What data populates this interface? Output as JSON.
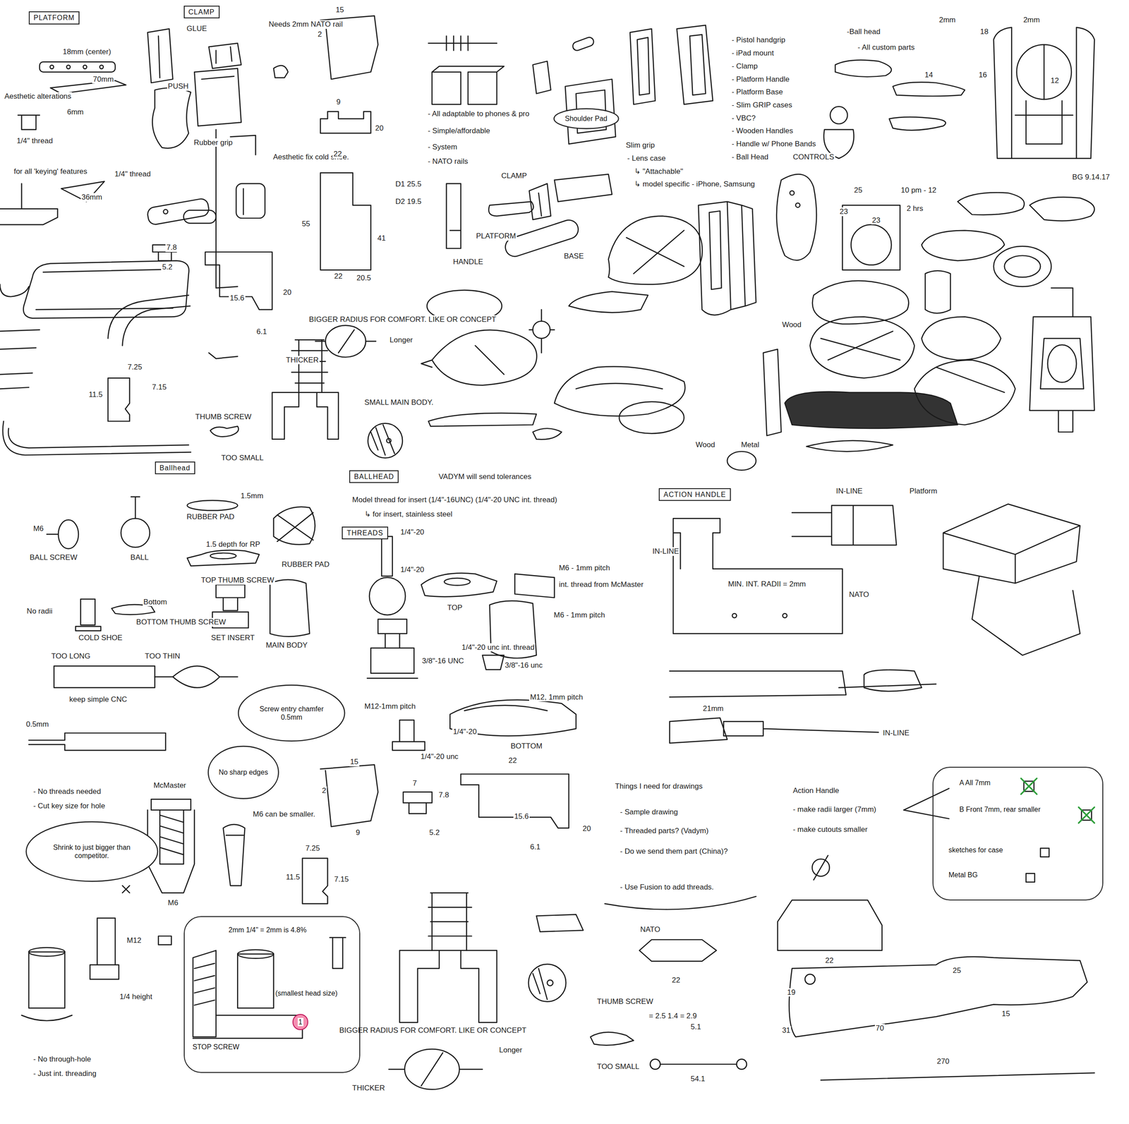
{
  "diagram": {
    "nodes": [
      {
        "text": [
          "PLATFORM"
        ]
      },
      {
        "text": [
          "CLAMP"
        ]
      },
      {
        "text": [
          "Shoulder Pad"
        ]
      },
      {
        "text": [
          "Ballhead"
        ]
      },
      {
        "text": [
          "BALLHEAD"
        ]
      },
      {
        "text": [
          "THREADS"
        ]
      },
      {
        "text": [
          "Screw entry chamfer 0.5mm"
        ]
      },
      {
        "text": [
          "No sharp edges"
        ]
      },
      {
        "text": [
          "Shrink to just bigger than competitor."
        ]
      },
      {
        "text": [
          "2mm 1/4\" = 2mm is 4.8%",
          "(smallest head size)",
          "STOP SCREW"
        ]
      },
      {
        "text": [
          "1"
        ],
        "in": 9
      },
      {
        "text": [
          "ACTION HANDLE"
        ]
      },
      {
        "text": [
          "A All 7mm",
          "B Front 7mm, rear smaller",
          "sketches for case",
          "Metal BG"
        ]
      }
    ],
    "labels": [
      "Needs 2mm NATO rail",
      "GLUE",
      "PUSH",
      "Rubber grip",
      "15",
      "2",
      "9",
      "18mm (center)",
      "70mm",
      "Aesthetic alterations",
      "6mm",
      "1/4\" thread",
      "for all 'keying' features",
      "1/4\" thread",
      "36mm",
      "Aesthetic fix cold shoe.",
      "22",
      "20",
      "55",
      "41",
      "22",
      "20.5",
      "7.8",
      "5.2",
      "20",
      "15.6",
      "6.1",
      "7.25",
      "11.5",
      "7.15",
      "THUMB SCREW",
      "TOO SMALL",
      "BIGGER RADIUS FOR COMFORT. LIKE OR CONCEPT",
      "THICKER",
      "Longer",
      "SMALL MAIN BODY.",
      "- All adaptable to phones & pro",
      "- Simple/affordable",
      "- System",
      "- NATO rails",
      "D1 25.5",
      "D2 19.5",
      "CLAMP",
      "PLATFORM",
      "HANDLE",
      "BASE",
      "- Pistol handgrip",
      "- iPad mount",
      "- Clamp",
      "- Platform Handle",
      "- Platform Base",
      "- Slim GRIP cases",
      "- VBC?",
      "- Wooden Handles",
      "- Handle w/ Phone Bands",
      "- Ball Head",
      "Slim grip",
      "- Lens case",
      "↳ \"Attachable\"",
      "↳ model specific - iPhone, Samsung",
      "Wood",
      "Metal",
      "Wood",
      "CONTROLS",
      "-Ball head",
      "- All custom parts",
      "2mm",
      "18",
      "2mm",
      "14",
      "16",
      "12",
      "BG 9.14.17",
      "25",
      "23",
      "23",
      "10 pm - 12",
      "2 hrs",
      "M6",
      "BALL SCREW",
      "BALL",
      "RUBBER PAD",
      "1.5mm",
      "1.5 depth for RP",
      "RUBBER PAD",
      "TOP THUMB SCREW",
      "No radii",
      "COLD SHOE",
      "Bottom",
      "BOTTOM THUMB SCREW",
      "SET INSERT",
      "MAIN BODY",
      "TOO LONG",
      "TOO THIN",
      "keep simple CNC",
      "0.5mm",
      "- No threads needed",
      "- Cut key size for hole",
      "McMaster",
      "M6",
      "M6 can be smaller.",
      "M12",
      "1/4 height",
      "- No through-hole",
      "- Just int. threading",
      "VADYM will send tolerances",
      "Model thread for insert (1/4\"-16UNC) (1/4\"-20 UNC int. thread)",
      "↳ for insert, stainless steel",
      "1/4\"-20",
      "1/4\"-20",
      "TOP",
      "M6 - 1mm pitch",
      "int. thread from McMaster",
      "M6 - 1mm pitch",
      "1/4\"-20 unc int. thread",
      "3/8\"-16 UNC",
      "3/8\"-16 unc",
      "M12, 1mm pitch",
      "1/4\"-20",
      "M12-1mm pitch",
      "1/4\"-20 unc",
      "BOTTOM",
      "15",
      "2",
      "9",
      "7",
      "7.8",
      "5.2",
      "22",
      "20",
      "15.6",
      "6.1",
      "7.25",
      "11.5",
      "7.15",
      "BIGGER RADIUS FOR COMFORT. LIKE OR CONCEPT",
      "THICKER",
      "Longer",
      "THUMB SCREW",
      "TOO SMALL",
      "= 2.5 1.4 = 2.9",
      "5.1",
      "54.1",
      "IN-LINE",
      "Platform",
      "NATO",
      "MIN. INT. RADII = 2mm",
      "IN-LINE",
      "21mm",
      "IN-LINE",
      "Things I need for drawings",
      "- Sample drawing",
      "- Threaded parts? (Vadym)",
      "- Do we send them part (China)?",
      "- Use Fusion to add threads.",
      "NATO",
      "22",
      "Action Handle",
      "- make radii larger (7mm)",
      "- make cutouts smaller",
      "22",
      "19",
      "25",
      "15",
      "70",
      "270",
      "31"
    ]
  }
}
